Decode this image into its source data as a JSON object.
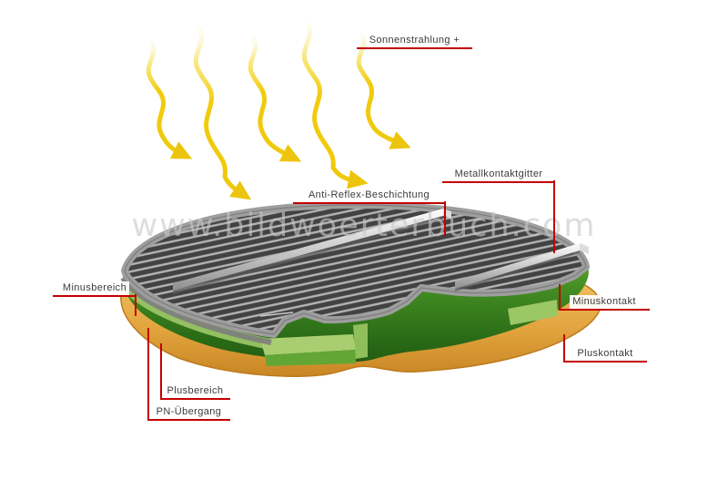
{
  "diagram": {
    "subject": "solar-cell-cutaway",
    "watermark": "www.bildwoerterbuch.com",
    "labels": {
      "sonnenstrahlung": "Sonnenstrahlung +",
      "metallkontaktgitter": "Metallkontaktgitter",
      "anti_reflex_beschichtung": "Anti-Reflex-Beschichtung",
      "minusbereich": "Minusbereich",
      "minuskontakt": "Minuskontakt",
      "pluskontakt": "Pluskontakt",
      "plusbereich": "Plusbereich",
      "pn_uebergang": "PN-Übergang"
    },
    "colors": {
      "leader_red": "#c40000",
      "label_text": "#3b3b3b",
      "sun_ray_yellow": "#f1cc0e",
      "grid_dark": "#424242",
      "grid_stripe": "#b4b4b4",
      "rim_gray": "#9e9e9e",
      "busbar_silver": "#e9e9e9",
      "n_layer_light_green": "#9cc768",
      "p_layer_dark_green": "#2a6b16",
      "back_contact_orange": "#e2a53f",
      "watermark_gray": "#c9c9c9"
    },
    "icons": [
      {
        "name": "sun-ray-arrow",
        "count": 5,
        "meaning": "incoming solar radiation"
      }
    ]
  }
}
